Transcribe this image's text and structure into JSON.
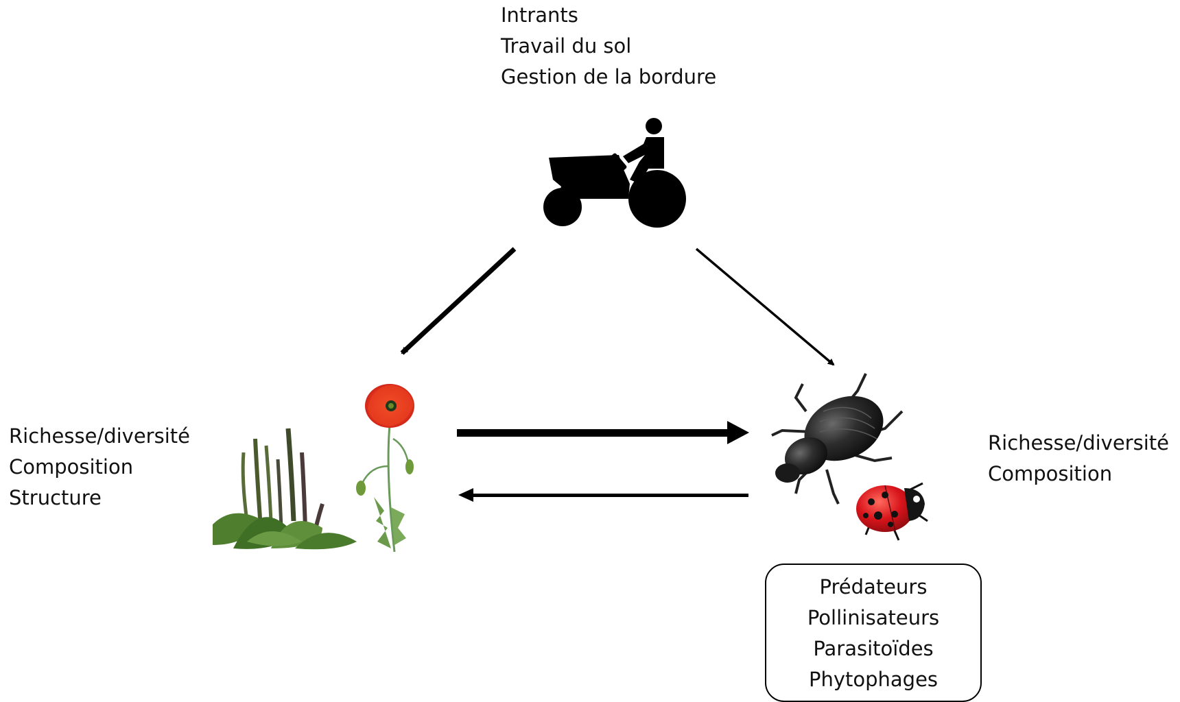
{
  "management": {
    "items": [
      "Intrants",
      "Travail du sol",
      "Gestion de la bordure"
    ]
  },
  "plants": {
    "items": [
      "Richesse/diversité",
      "Composition",
      "Structure"
    ]
  },
  "arthropods": {
    "items": [
      "Richesse/diversité",
      "Composition"
    ]
  },
  "groups": {
    "items": [
      "Prédateurs",
      "Pollinisateurs",
      "Parasitoïdes",
      "Phytophages"
    ]
  },
  "icons": {
    "tractor": "tractor-icon",
    "plants": "plants-illustration",
    "beetle": "beetle-illustration",
    "ladybug": "ladybug-illustration"
  },
  "colors": {
    "poppy": "#e0301e",
    "leaf": "#4f7f2e",
    "beetle": "#2b2b2b",
    "ladybug": "#d8141b"
  }
}
